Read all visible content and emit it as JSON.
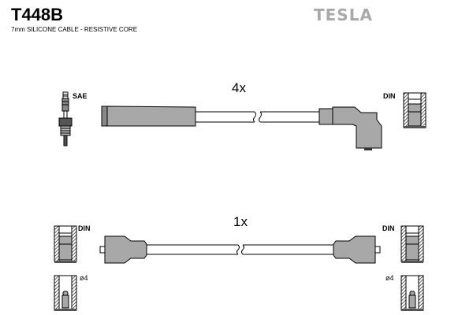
{
  "header": {
    "part_code": "T448B",
    "subtitle": "7mm SILICONE CABLE - RESISTIVE CORE",
    "brand": "TESLA"
  },
  "colors": {
    "boot_fill": "#a8a8a8",
    "brand_gray": "#a9a9a9",
    "line": "#000000"
  },
  "cables": [
    {
      "quantity": "4x",
      "left_end": {
        "type": "spark-plug",
        "label": "SAE"
      },
      "right_end": {
        "type": "angled-boot",
        "label": "DIN"
      }
    },
    {
      "quantity": "1x",
      "left_end": {
        "type": "straight-boot",
        "labels": [
          "DIN",
          "ø4"
        ]
      },
      "right_end": {
        "type": "straight-boot",
        "labels": [
          "DIN",
          "ø4"
        ]
      }
    }
  ]
}
